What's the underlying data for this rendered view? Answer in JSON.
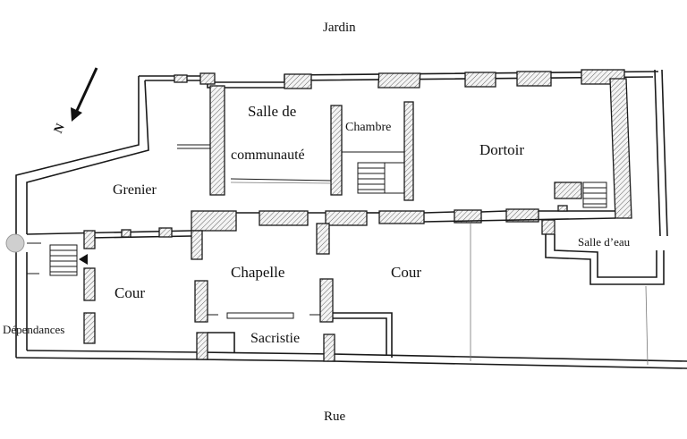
{
  "labels": {
    "jardin": "Jardin",
    "rue": "Rue",
    "north": "N",
    "salle_de": "Salle de",
    "communaute": "communauté",
    "chambre": "Chambre",
    "dortoir": "Dortoir",
    "grenier": "Grenier",
    "chapelle": "Chapelle",
    "cour_left": "Cour",
    "cour_right": "Cour",
    "sacristie": "Sacristie",
    "dependances": "Dépendances",
    "salle_deau": "Salle d’eau"
  }
}
